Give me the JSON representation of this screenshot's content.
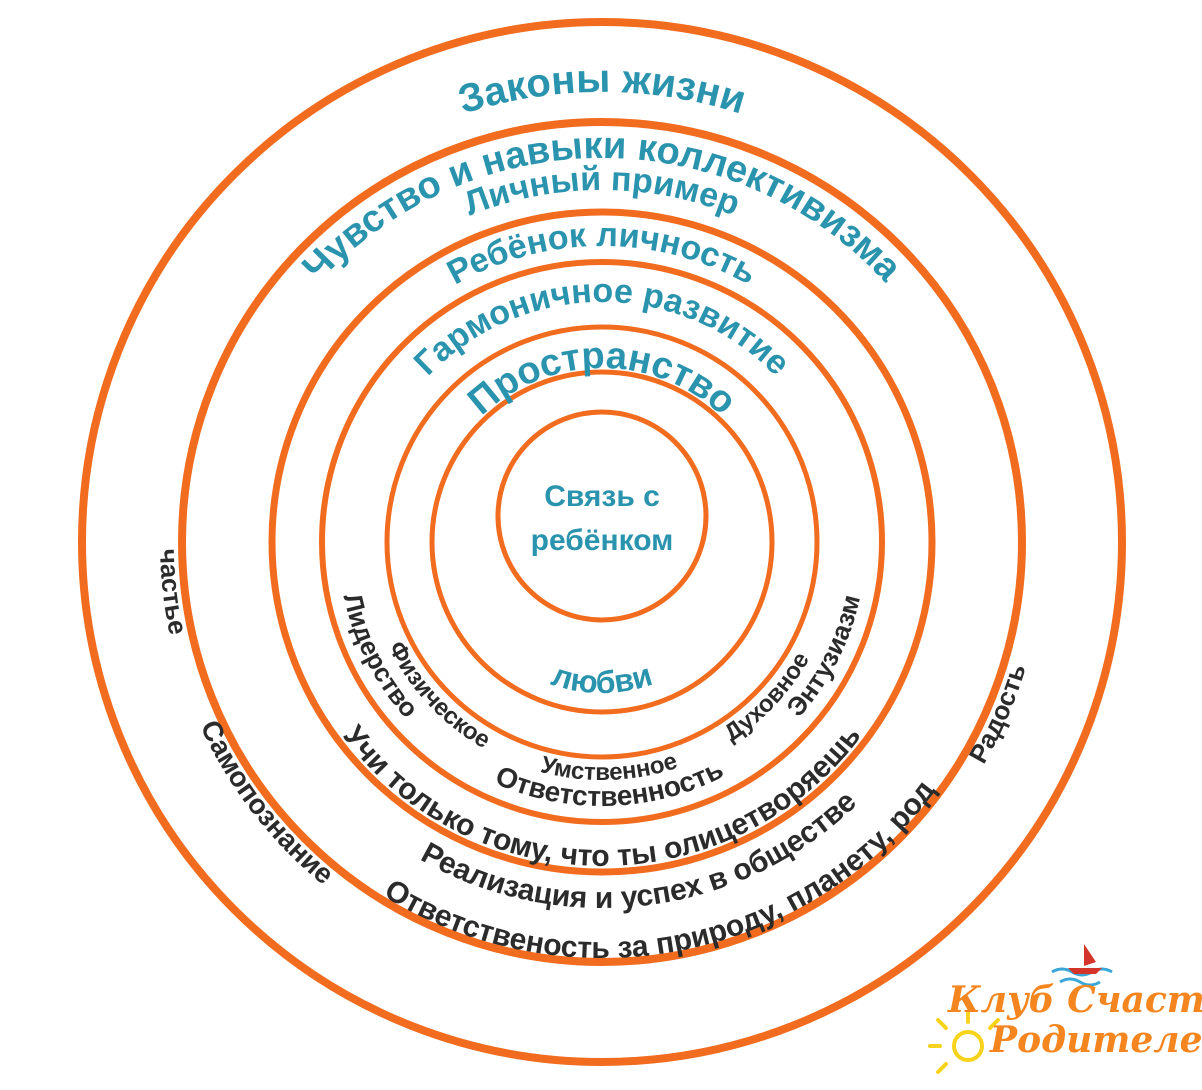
{
  "diagram": {
    "outer_top": "Законы жизни",
    "collectivism": "Чувство и навыки коллективизма",
    "personal_example": "Личный пример",
    "child_personality": "Ребёнок личность",
    "harmonic_development": "Гармоничное развитие",
    "space": "Пространство",
    "center_line1": "Связь с",
    "center_line2": "ребёнком",
    "love": "любви",
    "physical": "Физическое",
    "mental": "Умственное",
    "spiritual": "Духовное",
    "leadership": "Лидерство",
    "responsibility": "Ответственность",
    "enthusiasm": "Энтузиазм",
    "teach": "Учи только тому, что ты олицетворяешь",
    "realization": "Реализация и успех в обществе",
    "nature": "Ответственость за природу, планету, род",
    "happiness": "Счастье",
    "self_knowledge": "Самопознание",
    "joy": "Радость"
  },
  "logo": {
    "line1": "Клуб Счастливых",
    "line2": "Родителей"
  },
  "colors": {
    "ring": "#f26c1f",
    "teal_text": "#2a93ad",
    "dark_text": "#2b2b2b",
    "logo": "#f5861f",
    "logo_sun": "#f7d31c",
    "logo_sea": "#3aa7d8",
    "logo_boat": "#d4352a"
  }
}
